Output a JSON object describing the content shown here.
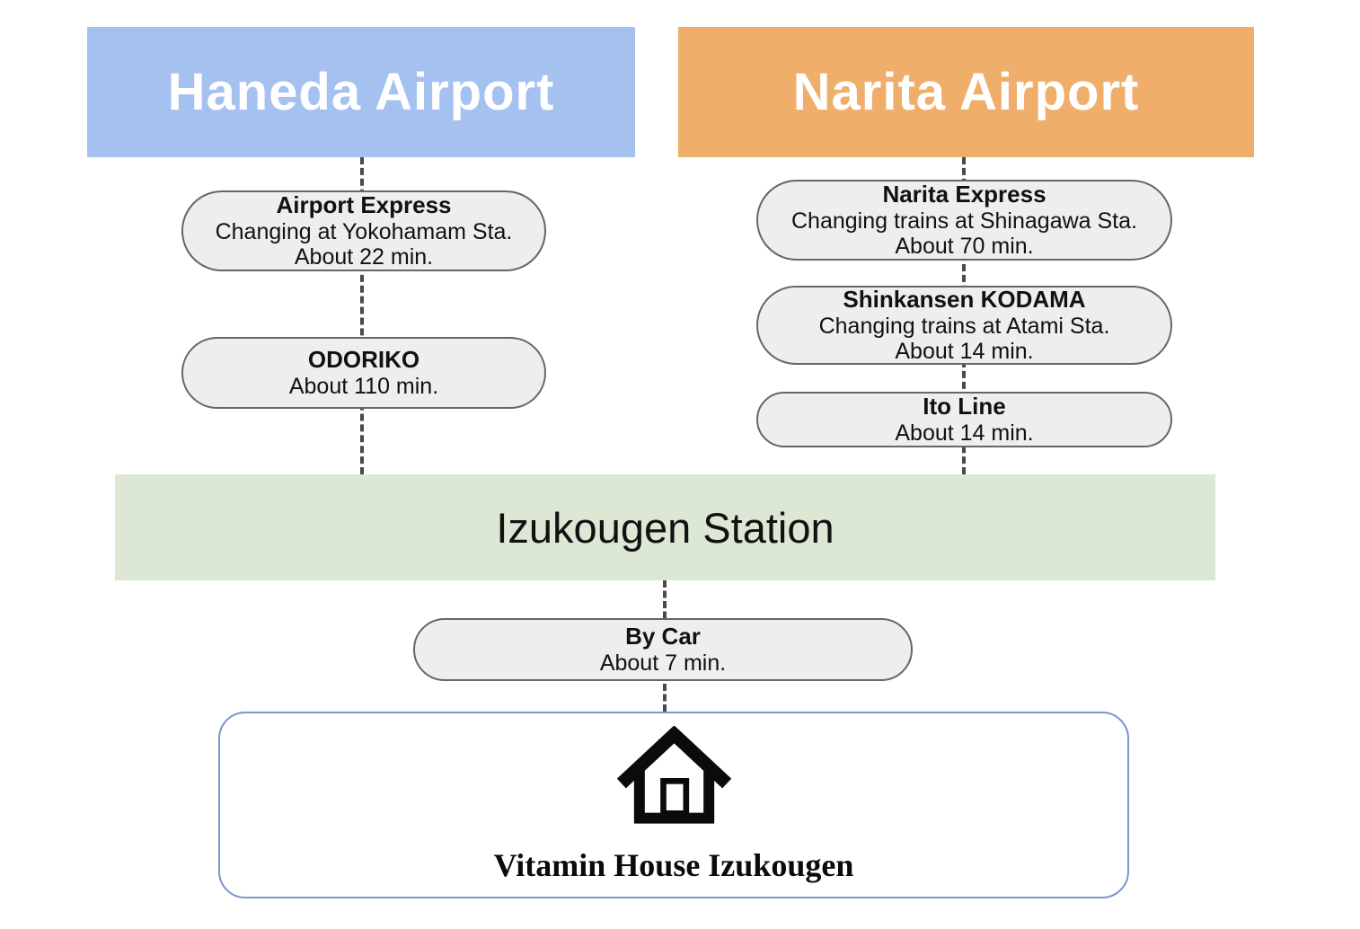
{
  "diagram": {
    "origins": {
      "haneda": {
        "label": "Haneda Airport",
        "bg": "#a4c1f0"
      },
      "narita": {
        "label": "Narita Airport",
        "bg": "#f0ae6b"
      }
    },
    "haneda_route": [
      {
        "title": "Airport Express",
        "line2": "Changing at Yokohamam Sta.",
        "line3": "About 22 min."
      },
      {
        "title": "ODORIKO",
        "line2": "About 110 min.",
        "line3": ""
      }
    ],
    "narita_route": [
      {
        "title": "Narita Express",
        "line2": "Changing trains at Shinagawa Sta.",
        "line3": "About 70 min."
      },
      {
        "title": "Shinkansen KODAMA",
        "line2": "Changing trains at Atami Sta.",
        "line3": "About 14 min."
      },
      {
        "title": "Ito Line",
        "line2": "About 14 min.",
        "line3": ""
      }
    ],
    "station": {
      "label": "Izukougen Station",
      "bg": "#dce8d3"
    },
    "final_leg": {
      "title": "By Car",
      "line2": "About 7 min."
    },
    "destination": {
      "label": "Vitamin House Izukougen"
    },
    "icons": {
      "house": "house-icon"
    },
    "colors": {
      "haneda_blue": "#a4c1f0",
      "narita_orange": "#f0ae6b",
      "station_green": "#dce8d3",
      "pill_fill": "#eeeeee",
      "pill_border": "#666666",
      "destination_border": "#7b96cc",
      "connector": "#4a4a4a"
    }
  }
}
